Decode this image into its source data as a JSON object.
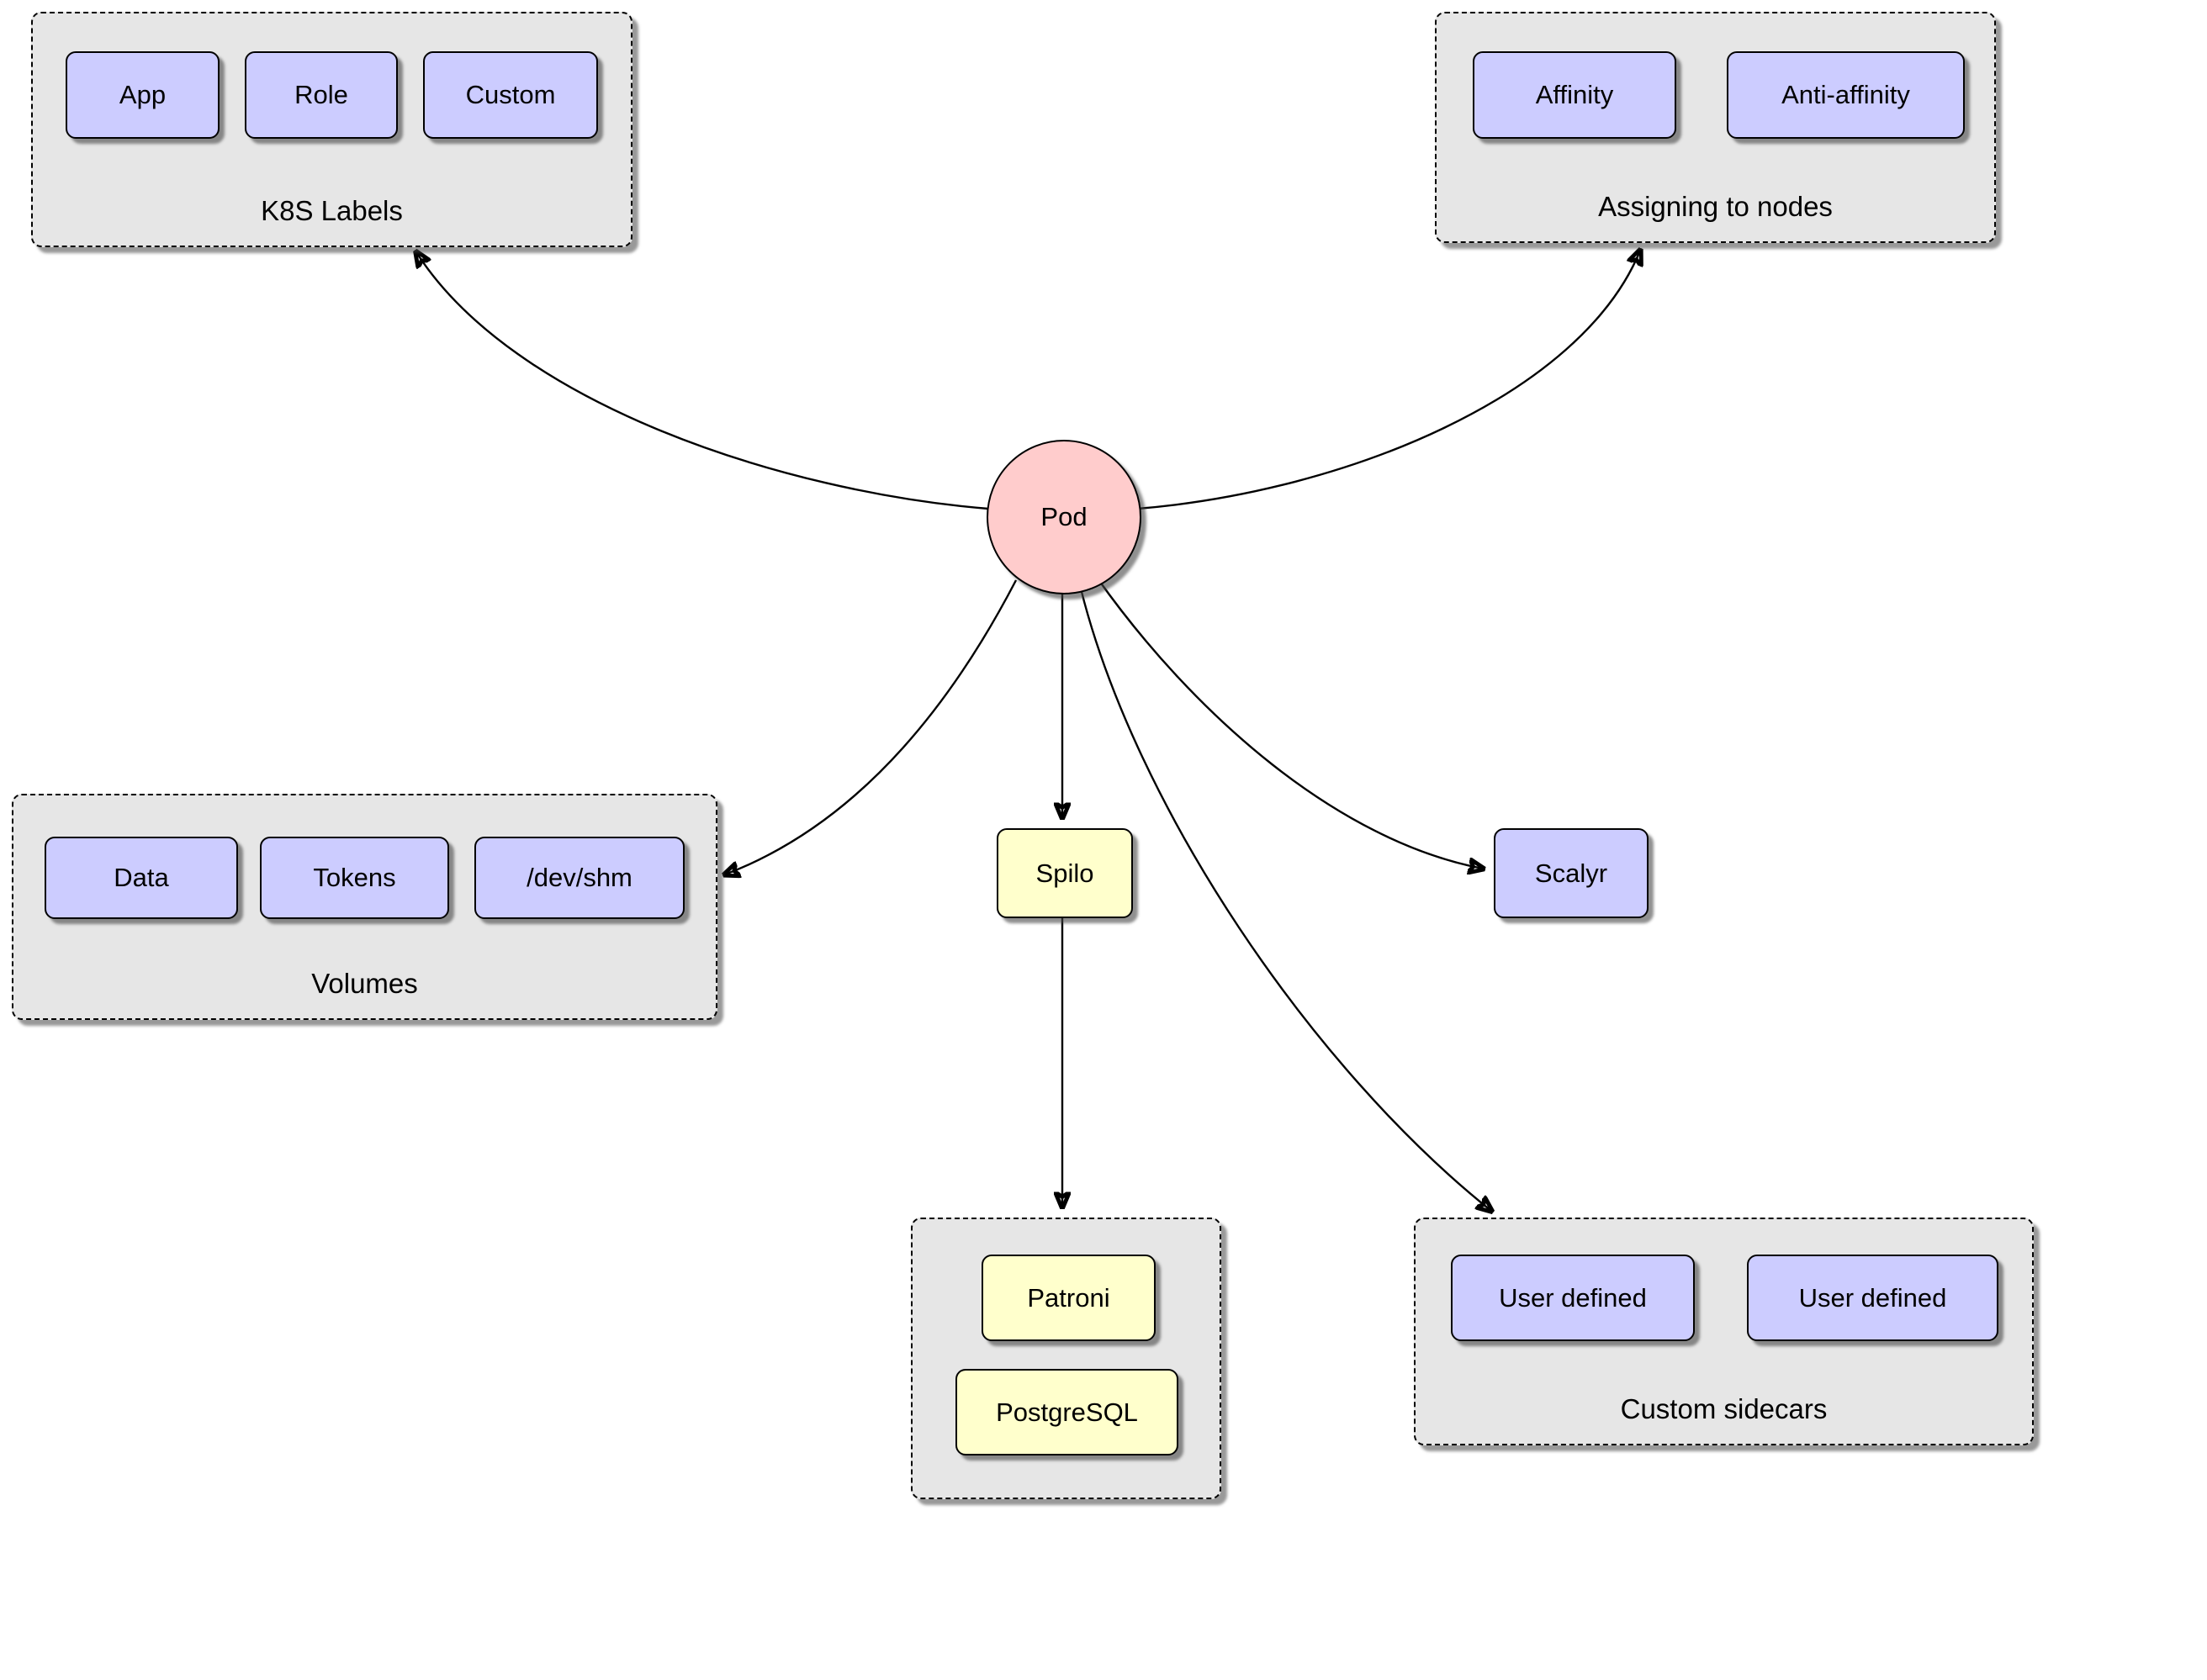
{
  "diagram": {
    "pod": {
      "label": "Pod"
    },
    "groups": {
      "k8s_labels": {
        "title": "K8S Labels",
        "items": [
          "App",
          "Role",
          "Custom"
        ]
      },
      "assigning": {
        "title": "Assigning to nodes",
        "items": [
          "Affinity",
          "Anti-affinity"
        ]
      },
      "volumes": {
        "title": "Volumes",
        "items": [
          "Data",
          "Tokens",
          "/dev/shm"
        ]
      },
      "spilo_stack": {
        "items": [
          "Patroni",
          "PostgreSQL"
        ]
      },
      "custom_sidecars": {
        "title": "Custom sidecars",
        "items": [
          "User defined",
          "User defined"
        ]
      }
    },
    "nodes": {
      "spilo": "Spilo",
      "scalyr": "Scalyr"
    },
    "colors": {
      "purple": "#ccccff",
      "yellow": "#ffffcc",
      "pink": "#ffcccc",
      "group_bg": "#e6e6e6",
      "edge": "#000000"
    }
  }
}
